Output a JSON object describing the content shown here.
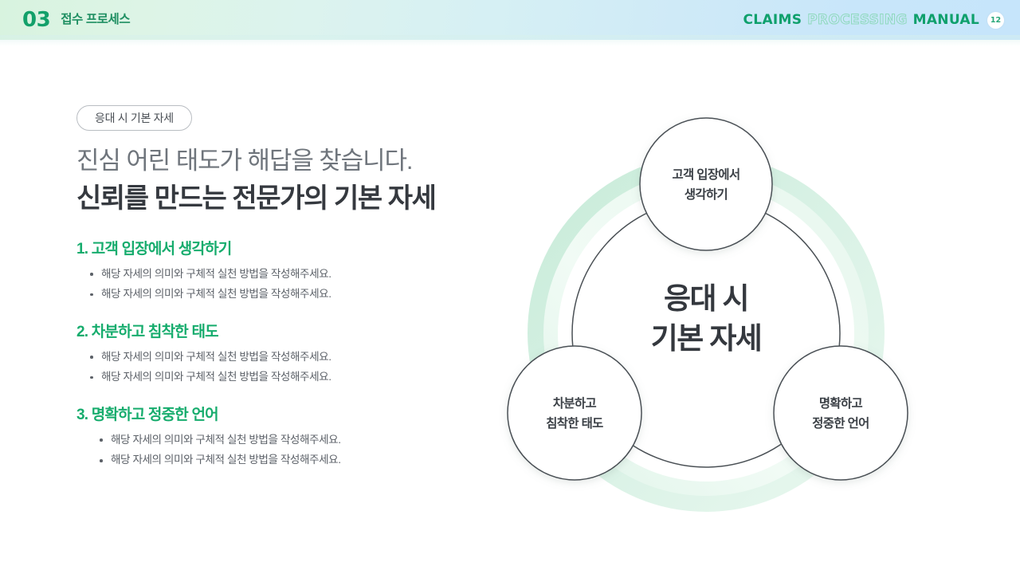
{
  "header": {
    "chapter_number": "03",
    "section_title": "접수 프로세스",
    "brand": {
      "word1": "CLAIMS",
      "word2": "PROCESSING",
      "word3": "MANUAL"
    },
    "page_number": "12",
    "accent_color": "#13a06a",
    "brand_outline_color": "#8fd9bd"
  },
  "left": {
    "tag": "응대 시 기본 자세",
    "title_light": "진심 어린 태도가 해답을 찾습니다.",
    "title_bold": "신뢰를 만드는 전문가의 기본 자세",
    "sections": [
      {
        "heading": "1. 고객 입장에서 생각하기",
        "bullets": [
          "해당 자세의 의미와 구체적 실천 방법을 작성해주세요.",
          "해당 자세의 의미와 구체적 실천 방법을 작성해주세요."
        ]
      },
      {
        "heading": "2. 차분하고 침착한 태도",
        "bullets": [
          "해당 자세의 의미와 구체적 실천 방법을 작성해주세요.",
          "해당 자세의 의미와 구체적 실천 방법을 작성해주세요."
        ]
      },
      {
        "heading": "3. 명확하고 정중한 언어",
        "bullets": [
          "해당 자세의 의미와 구체적 실천 방법을 작성해주세요.",
          "해당 자세의 의미와 구체적 실천 방법을 작성해주세요."
        ]
      }
    ],
    "heading_color": "#16ac6d"
  },
  "diagram": {
    "center": {
      "line1": "응대 시",
      "line2": "기본 자세"
    },
    "nodes": [
      {
        "id": "top",
        "line1": "고객 입장에서",
        "line2": "생각하기"
      },
      {
        "id": "bottom-left",
        "line1": "차분하고",
        "line2": "침착한 태도"
      },
      {
        "id": "bottom-right",
        "line1": "명확하고",
        "line2": "정중한 언어"
      }
    ],
    "ring_color_outer": "#b9e6cd",
    "ring_color_inner": "#e2f5ea",
    "outline_color": "#4a5055"
  }
}
